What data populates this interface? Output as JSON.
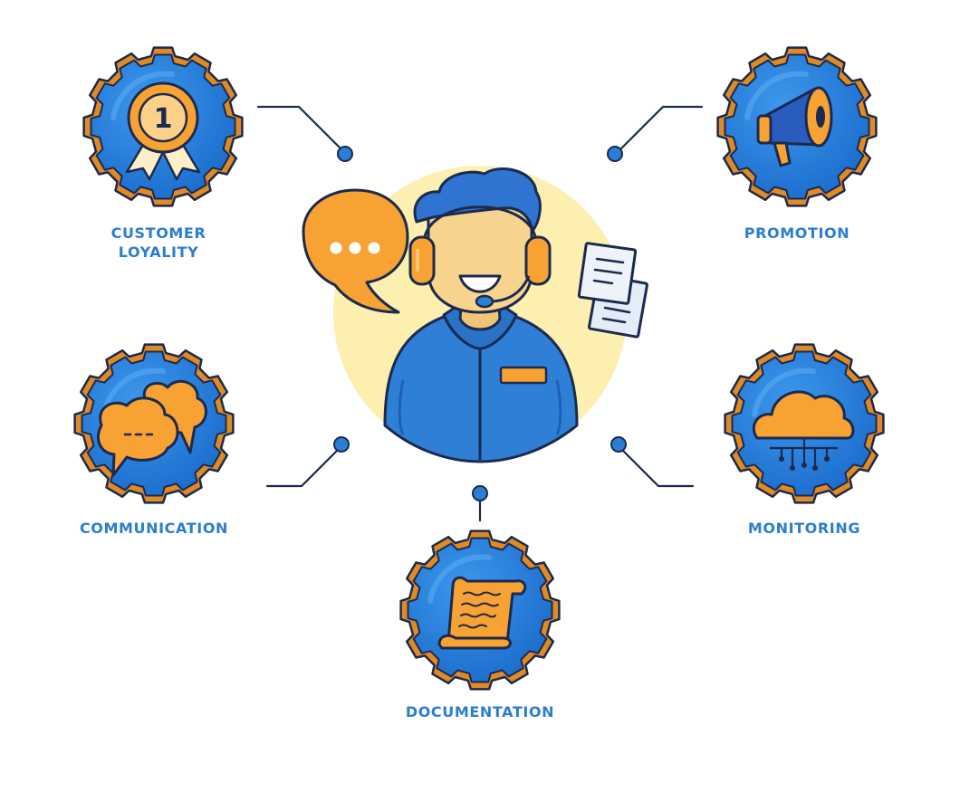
{
  "colors": {
    "gear_fill": "#1f78d6",
    "gear_fill_light": "#3a95ea",
    "gear_border": "#e08a25",
    "outline": "#1b2a4e",
    "orange": "#f7a233",
    "orange_dark": "#e8842a",
    "blue": "#2f7fd6",
    "blue_dark": "#1d5fb8",
    "cream": "#fcefb0",
    "skin": "#f6d48d",
    "paper": "#e3ecf7",
    "connector": "#1b2a4e",
    "dot": "#2a7ed3",
    "label_text": "#2a7ecf"
  },
  "center": {
    "figure": "customer-support-agent-with-headset",
    "speech_bubble_text": "..."
  },
  "nodes": [
    {
      "id": "customer-loyalty",
      "icon": "medal-icon",
      "medal_number": "1",
      "label_lines": [
        "CUSTOMER",
        "LOYALITY"
      ]
    },
    {
      "id": "promotion",
      "icon": "megaphone-icon",
      "label_lines": [
        "PROMOTION"
      ]
    },
    {
      "id": "communication",
      "icon": "chat-bubbles-icon",
      "label_lines": [
        "COMMUNICATION"
      ]
    },
    {
      "id": "monitoring",
      "icon": "cloud-network-icon",
      "label_lines": [
        "MONITORING"
      ]
    },
    {
      "id": "documentation",
      "icon": "scroll-document-icon",
      "label_lines": [
        "DOCUMENTATION"
      ]
    }
  ]
}
